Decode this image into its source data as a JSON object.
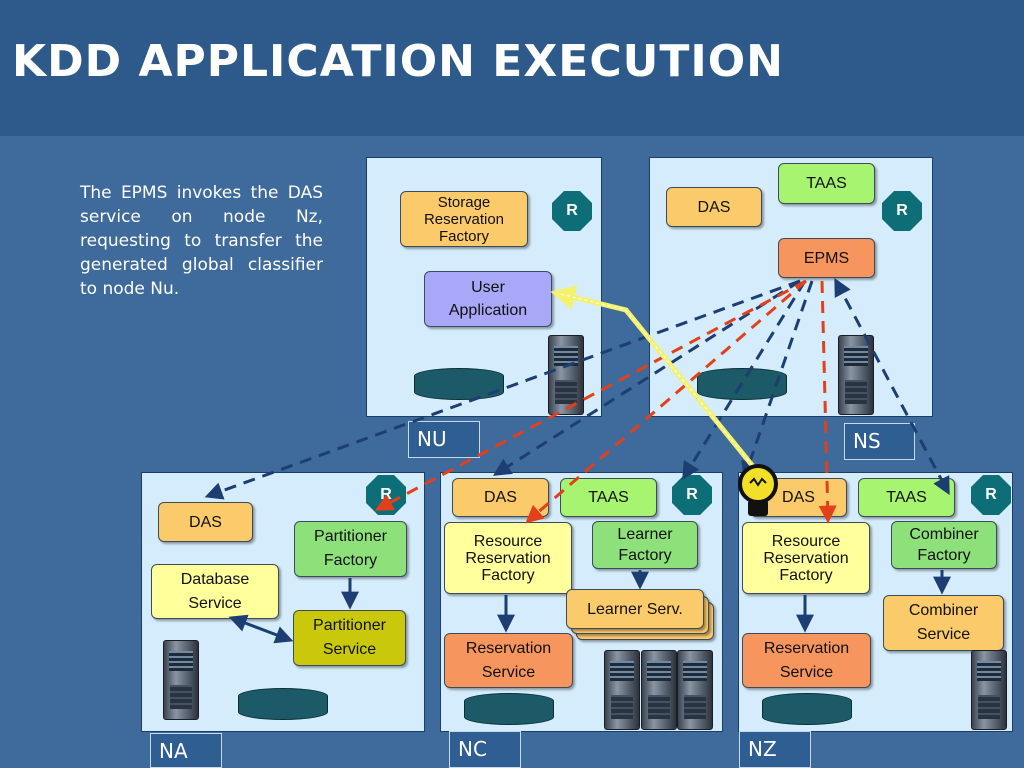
{
  "title": "KDD APPLICATION EXECUTION",
  "description": "The EPMS invokes the DAS service on node Nz, requesting to transfer the generated global classifier to node Nu.",
  "colors": {
    "background": "#3f6a9c",
    "header": "#2d5a8a",
    "node_fill": "#d4ecfb",
    "dashed_blue": "#1d3e73",
    "dashed_red": "#e2401b",
    "transfer_arrow": "#f4f26c"
  },
  "icons": [
    "server-icon",
    "disk-icon",
    "lightbulb-icon",
    "r-badge-icon"
  ],
  "nodes": {
    "nu": {
      "label": "NU",
      "storage": "Storage\nReservation\nFactory",
      "r": "R",
      "user_app": "User\nApplication"
    },
    "ns": {
      "label": "NS",
      "das": "DAS",
      "taas": "TAAS",
      "r": "R",
      "epms": "EPMS"
    },
    "na": {
      "label": "NA",
      "das": "DAS",
      "r": "R",
      "partitioner_factory": "Partitioner\nFactory",
      "database_service": "Database\nService",
      "partitioner_service": "Partitioner\nService"
    },
    "nc": {
      "label": "NC",
      "das": "DAS",
      "taas": "TAAS",
      "r": "R",
      "resource_factory": "Resource\nReservation\nFactory",
      "learner_factory": "Learner\nFactory",
      "learner_serv": "Learner Serv.",
      "reservation_service": "Reservation\nService"
    },
    "nz": {
      "label": "NZ",
      "das": "DAS",
      "taas": "TAAS",
      "r": "R",
      "resource_factory": "Resource\nReservation\nFactory",
      "combiner_factory": "Combiner\nFactory",
      "combiner_service": "Combiner\nService",
      "reservation_service": "Reservation\nService"
    }
  }
}
